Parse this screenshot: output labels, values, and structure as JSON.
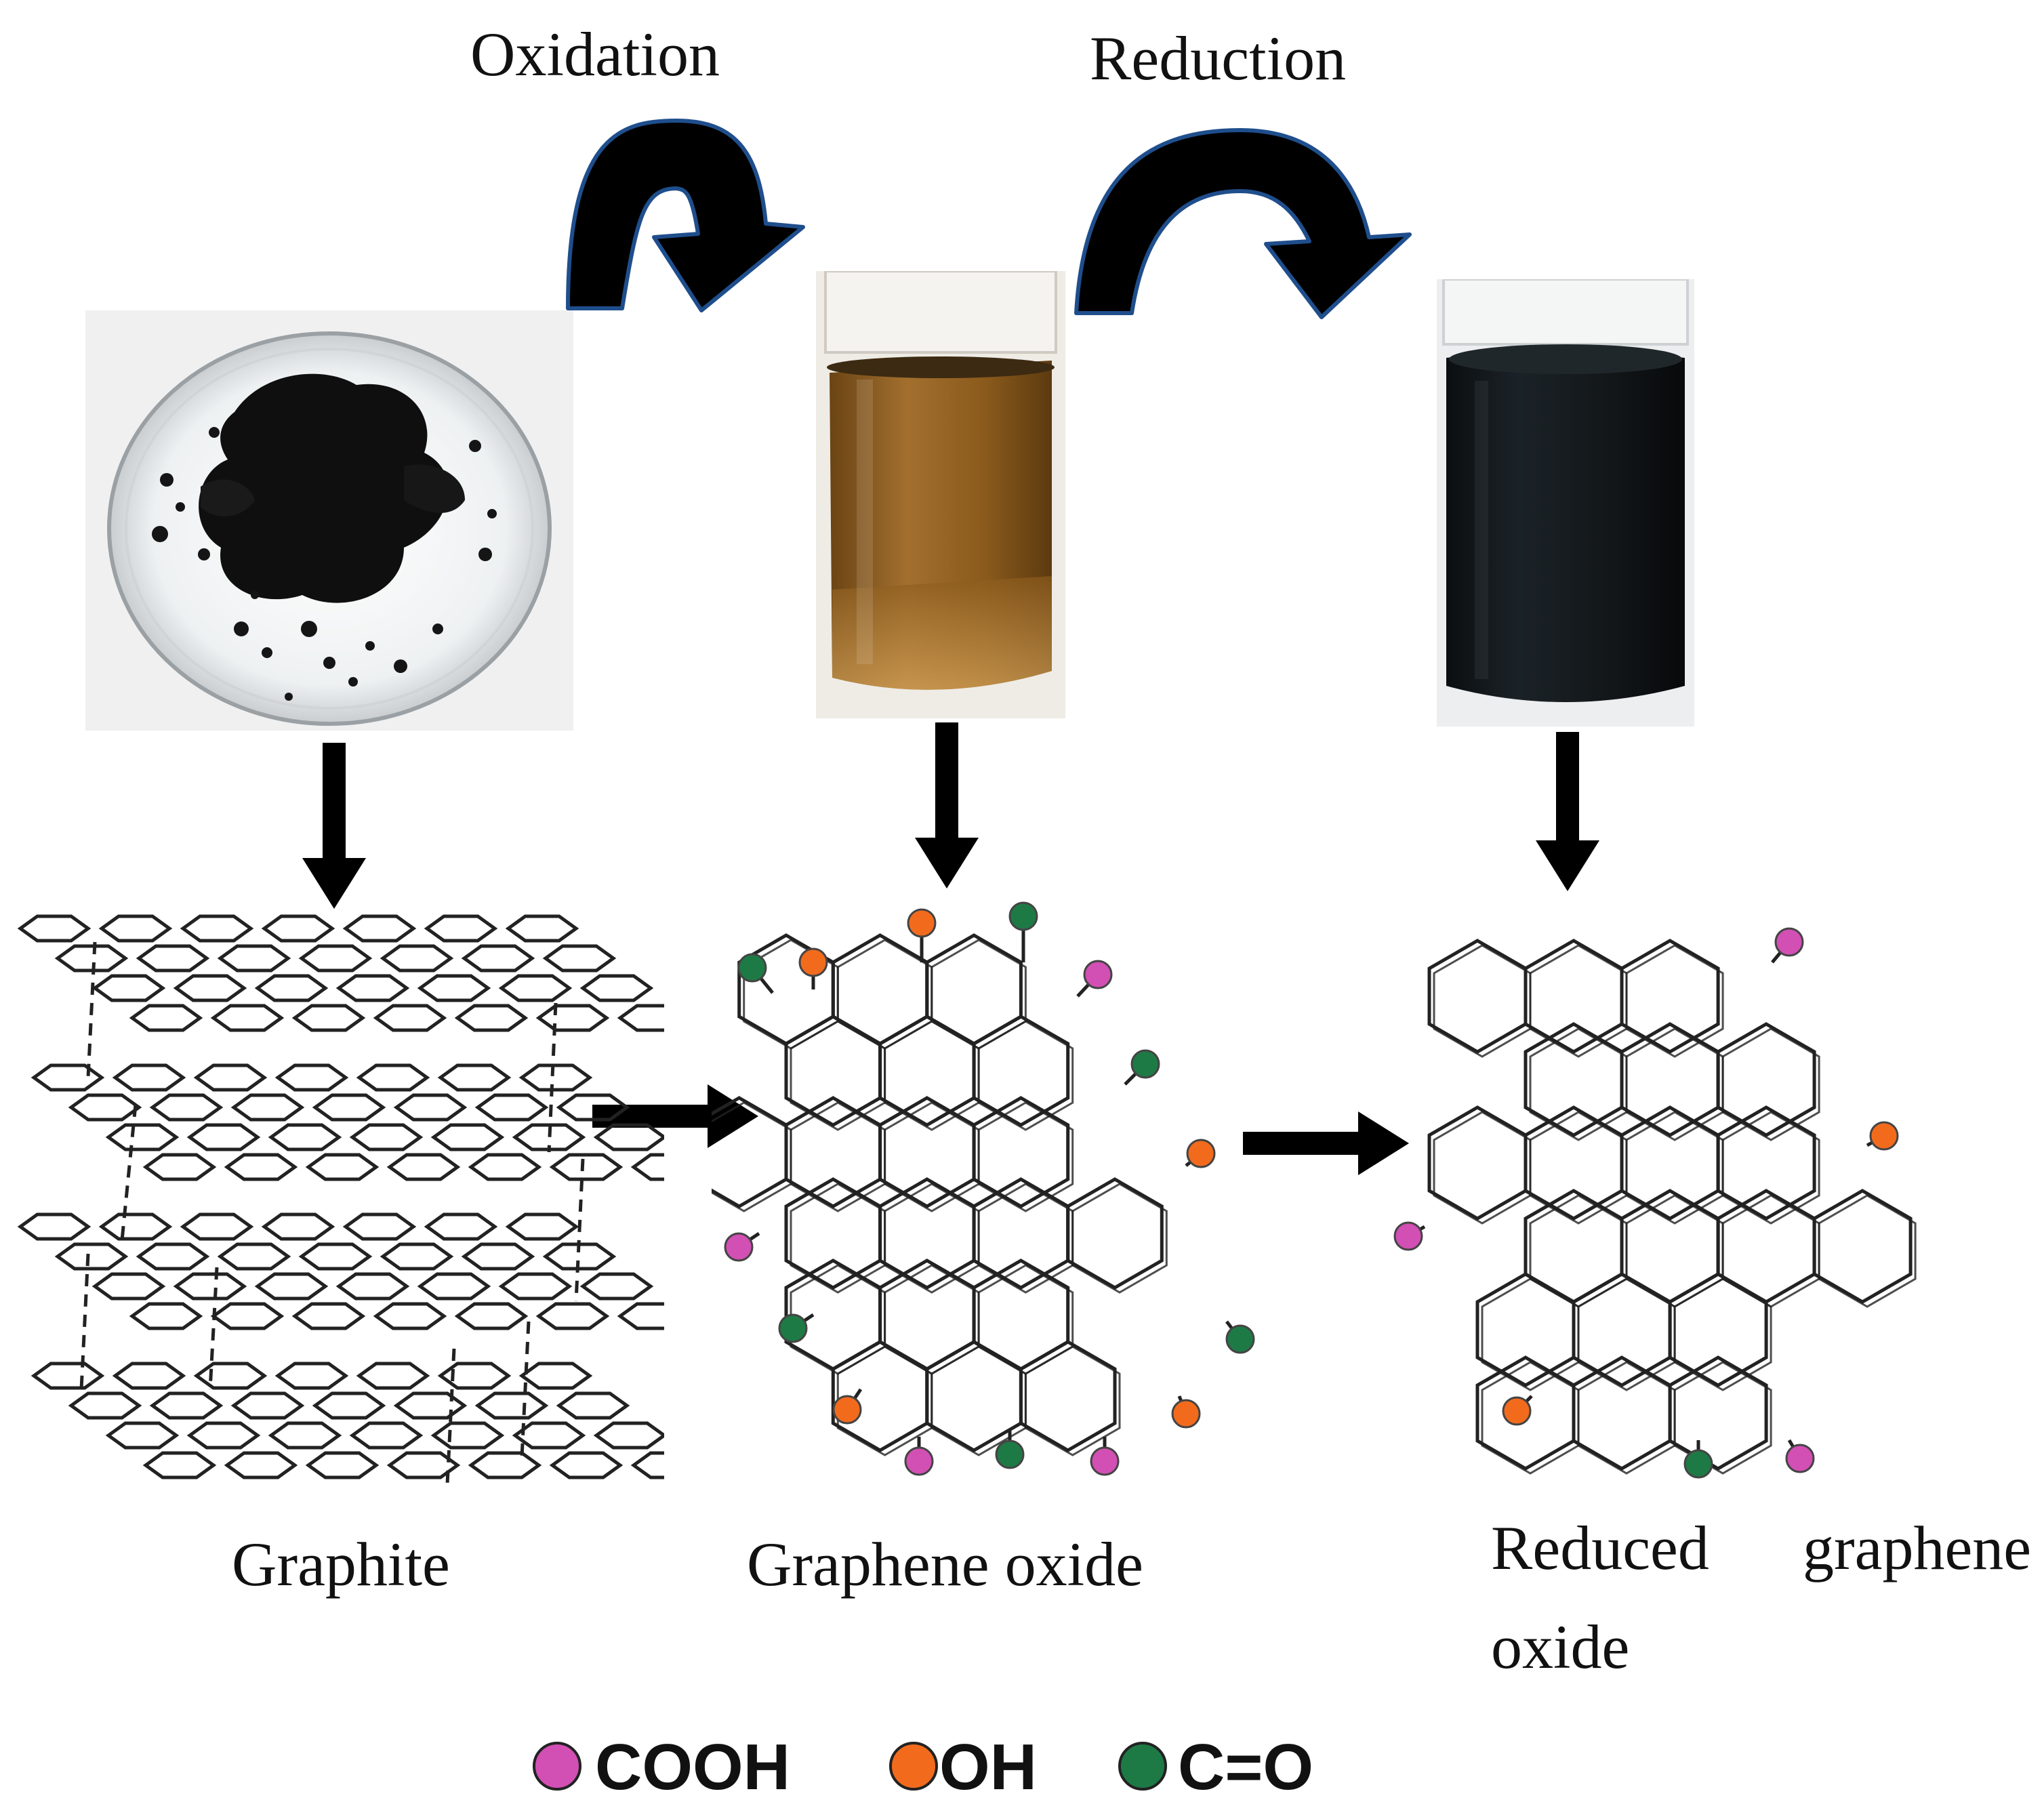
{
  "process_labels": {
    "oxidation": "Oxidation",
    "reduction": "Reduction"
  },
  "stages": {
    "graphite": "Graphite",
    "graphene_oxide": "Graphene oxide",
    "reduced_line1_a": "Reduced",
    "reduced_line1_b": "graphene",
    "reduced_line2": "oxide"
  },
  "legend": [
    {
      "label": "COOH",
      "color": "#d24fb4"
    },
    {
      "label": "OH",
      "color": "#f26b1d"
    },
    {
      "label": "C=O",
      "color": "#1e7a45"
    }
  ],
  "colors": {
    "arrow_fill": "#000000",
    "arrow_outline": "#1f4e8c",
    "graphene_oxide_liquid": "#8a5a1c",
    "reduced_liquid": "#101418"
  }
}
